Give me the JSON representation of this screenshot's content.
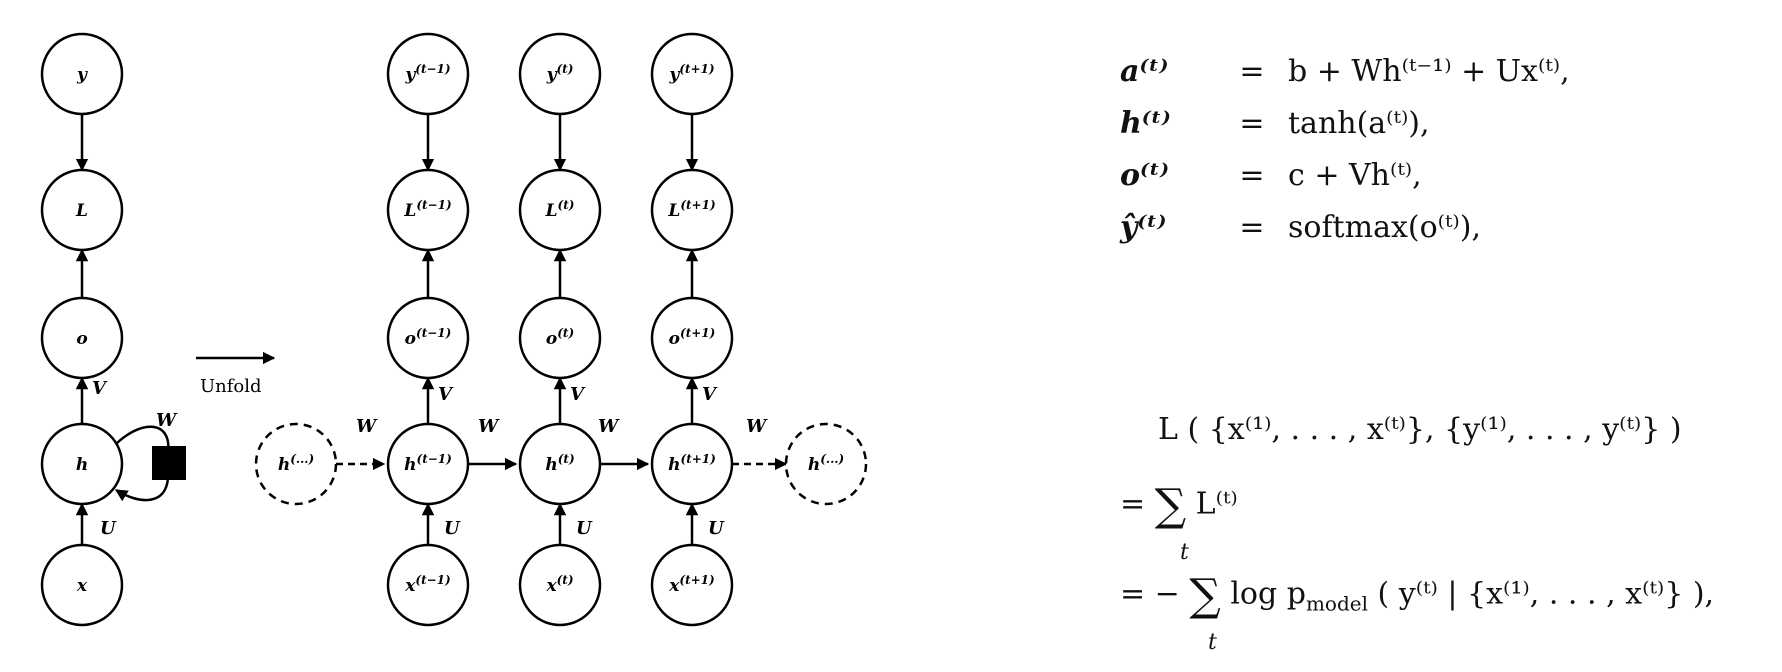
{
  "diagram": {
    "folded": {
      "nodes": {
        "y": "y",
        "L": "L",
        "o": "o",
        "h": "h",
        "x": "x"
      },
      "edge_labels": {
        "V": "V",
        "U": "U",
        "W": "W"
      }
    },
    "unfold_label": "Unfold",
    "unfolded": {
      "edge_labels": {
        "V": "V",
        "U": "U",
        "W": "W"
      },
      "hidden_ellipsis": {
        "base": "h",
        "sup": "(...)"
      },
      "columns": [
        {
          "y": "y",
          "y_sup": "(t−1)",
          "L": "L",
          "L_sup": "(t−1)",
          "o": "o",
          "o_sup": "(t−1)",
          "h": "h",
          "h_sup": "(t−1)",
          "x": "x",
          "x_sup": "(t−1)"
        },
        {
          "y": "y",
          "y_sup": "(t)",
          "L": "L",
          "L_sup": "(t)",
          "o": "o",
          "o_sup": "(t)",
          "h": "h",
          "h_sup": "(t)",
          "x": "x",
          "x_sup": "(t)"
        },
        {
          "y": "y",
          "y_sup": "(t+1)",
          "L": "L",
          "L_sup": "(t+1)",
          "o": "o",
          "o_sup": "(t+1)",
          "h": "h",
          "h_sup": "(t+1)",
          "x": "x",
          "x_sup": "(t+1)"
        }
      ]
    }
  },
  "equations": {
    "forward": [
      {
        "lhs": "a⁽ᵗ⁾",
        "eq": "=",
        "rhs": "b + Wh⁽ᵗ⁻¹⁾ + Ux⁽ᵗ⁾,"
      },
      {
        "lhs": "h⁽ᵗ⁾",
        "eq": "=",
        "rhs": "tanh(a⁽ᵗ⁾),"
      },
      {
        "lhs": "o⁽ᵗ⁾",
        "eq": "=",
        "rhs": "c + Vh⁽ᵗ⁾,"
      },
      {
        "lhs": "ŷ⁽ᵗ⁾",
        "eq": "=",
        "rhs": "softmax(o⁽ᵗ⁾),"
      }
    ],
    "loss": {
      "line1": "L ( {x⁽¹⁾, . . . , x⁽ᵗ⁾}, {y⁽¹⁾, . . . , y⁽ᵗ⁾} )",
      "line2_prefix": "=",
      "line2_sum": "∑",
      "line2_body": "L⁽ᵗ⁾",
      "line2_sub": "t",
      "line3_prefix": "= −",
      "line3_sum": "∑",
      "line3_body": "log p",
      "line3_model": "model",
      "line3_tail": " ( y⁽ᵗ⁾ | {x⁽¹⁾, . . . , x⁽ᵗ⁾} ),",
      "line3_sub": "t"
    }
  }
}
